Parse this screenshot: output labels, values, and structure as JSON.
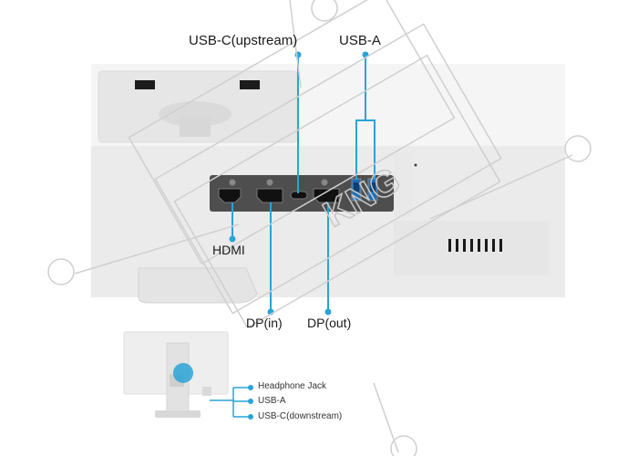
{
  "labels": {
    "usb_c_upstream": "USB-C(upstream)",
    "usb_a_top": "USB-A",
    "hdmi": "HDMI",
    "dp_in": "DP(in)",
    "dp_out": "DP(out)"
  },
  "rear_legend": {
    "items": [
      "Headphone Jack",
      "USB-A",
      "USB-C(downstream)"
    ]
  },
  "watermark": {
    "text": "KNG"
  },
  "colors": {
    "accent": "#2aa3d6",
    "monitor_body": "#eeeeee",
    "port_panel": "#5e5e5e",
    "watermark": "#c8c8c8"
  }
}
